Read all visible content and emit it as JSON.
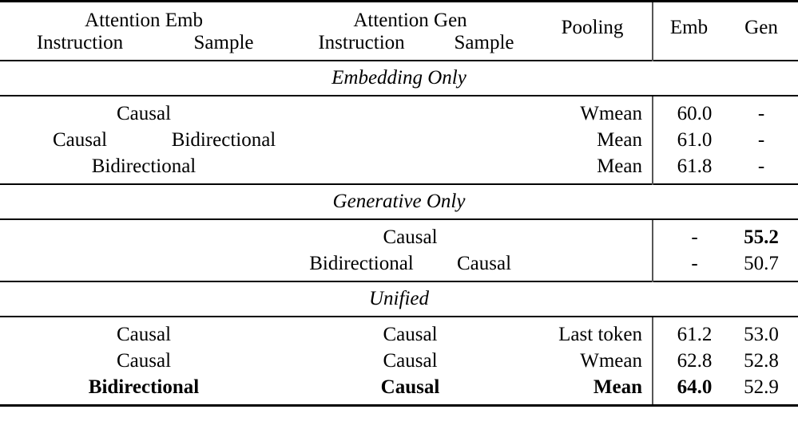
{
  "table": {
    "header": {
      "group_emb": "Attention Emb",
      "group_gen": "Attention Gen",
      "emb_instruction": "Instruction",
      "emb_sample": "Sample",
      "gen_instruction": "Instruction",
      "gen_sample": "Sample",
      "pooling": "Pooling",
      "emb_score": "Emb",
      "gen_score": "Gen"
    },
    "sections": [
      {
        "label": "Embedding Only",
        "rows": [
          {
            "emb_span": "Causal",
            "emb_instruction": "",
            "emb_sample": "",
            "gen_instruction": "",
            "gen_sample": "",
            "pooling": "Wmean",
            "emb_score": "60.0",
            "gen_score": "-",
            "bold": {
              "emb": false,
              "gen": false,
              "pooling": false,
              "emb_score": false,
              "gen_score": false
            }
          },
          {
            "emb_span": "",
            "emb_instruction": "Causal",
            "emb_sample": "Bidirectional",
            "gen_instruction": "",
            "gen_sample": "",
            "pooling": "Mean",
            "emb_score": "61.0",
            "gen_score": "-",
            "bold": {
              "emb": false,
              "gen": false,
              "pooling": false,
              "emb_score": false,
              "gen_score": false
            }
          },
          {
            "emb_span": "Bidirectional",
            "emb_instruction": "",
            "emb_sample": "",
            "gen_instruction": "",
            "gen_sample": "",
            "pooling": "Mean",
            "emb_score": "61.8",
            "gen_score": "-",
            "bold": {
              "emb": false,
              "gen": false,
              "pooling": false,
              "emb_score": false,
              "gen_score": false
            }
          }
        ]
      },
      {
        "label": "Generative Only",
        "rows": [
          {
            "emb_span": "",
            "emb_instruction": "",
            "emb_sample": "",
            "gen_span": "Causal",
            "gen_instruction": "",
            "gen_sample": "",
            "pooling": "",
            "emb_score": "-",
            "gen_score": "55.2",
            "bold": {
              "emb": false,
              "gen": false,
              "pooling": false,
              "emb_score": false,
              "gen_score": true
            }
          },
          {
            "emb_span": "",
            "emb_instruction": "",
            "emb_sample": "",
            "gen_span": "",
            "gen_instruction": "Bidirectional",
            "gen_sample": "Causal",
            "pooling": "",
            "emb_score": "-",
            "gen_score": "50.7",
            "bold": {
              "emb": false,
              "gen": false,
              "pooling": false,
              "emb_score": false,
              "gen_score": false
            }
          }
        ]
      },
      {
        "label": "Unified",
        "rows": [
          {
            "emb_span": "Causal",
            "gen_span": "Causal",
            "pooling": "Last token",
            "emb_score": "61.2",
            "gen_score": "53.0",
            "bold": {
              "emb": false,
              "gen": false,
              "pooling": false,
              "emb_score": false,
              "gen_score": false
            }
          },
          {
            "emb_span": "Causal",
            "gen_span": "Causal",
            "pooling": "Wmean",
            "emb_score": "62.8",
            "gen_score": "52.8",
            "bold": {
              "emb": false,
              "gen": false,
              "pooling": false,
              "emb_score": false,
              "gen_score": false
            }
          },
          {
            "emb_span": "Bidirectional",
            "gen_span": "Causal",
            "pooling": "Mean",
            "emb_score": "64.0",
            "gen_score": "52.9",
            "bold": {
              "emb": true,
              "gen": true,
              "pooling": true,
              "emb_score": true,
              "gen_score": false
            }
          }
        ]
      }
    ]
  }
}
